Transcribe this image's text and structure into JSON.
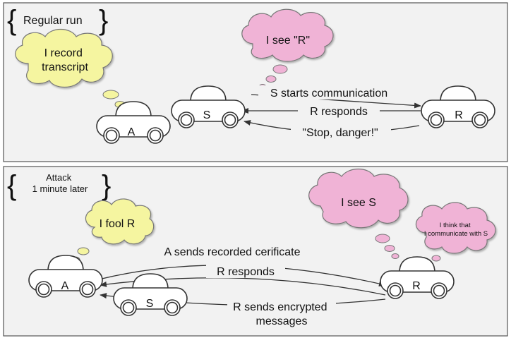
{
  "panels": {
    "regular": {
      "label": "Regular run",
      "clouds": {
        "a_thought": "I record\ntranscript",
        "s_thought": "I see \"R\""
      },
      "cars": {
        "a": "A",
        "s": "S",
        "r": "R"
      },
      "messages": {
        "start": "S starts communication",
        "respond": "R responds",
        "stop": "\"Stop, danger!\""
      }
    },
    "attack": {
      "label": "Attack\n1 minute later",
      "clouds": {
        "a_thought": "I fool R",
        "r_sees": "I see S",
        "r_thinks": "I think that\nI communicate with S"
      },
      "cars": {
        "a": "A",
        "s": "S",
        "r": "R"
      },
      "messages": {
        "replay": "A sends recorded cerificate",
        "respond": "R responds",
        "encrypted": "R sends encrypted\nmessages"
      }
    }
  },
  "colors": {
    "yellow_cloud": "#f5f5a0",
    "pink_cloud": "#f0b3d6",
    "panel_bg": "#f2f2f2",
    "panel_border": "#555555",
    "car_fill": "#ffffff",
    "stroke": "#333333"
  }
}
